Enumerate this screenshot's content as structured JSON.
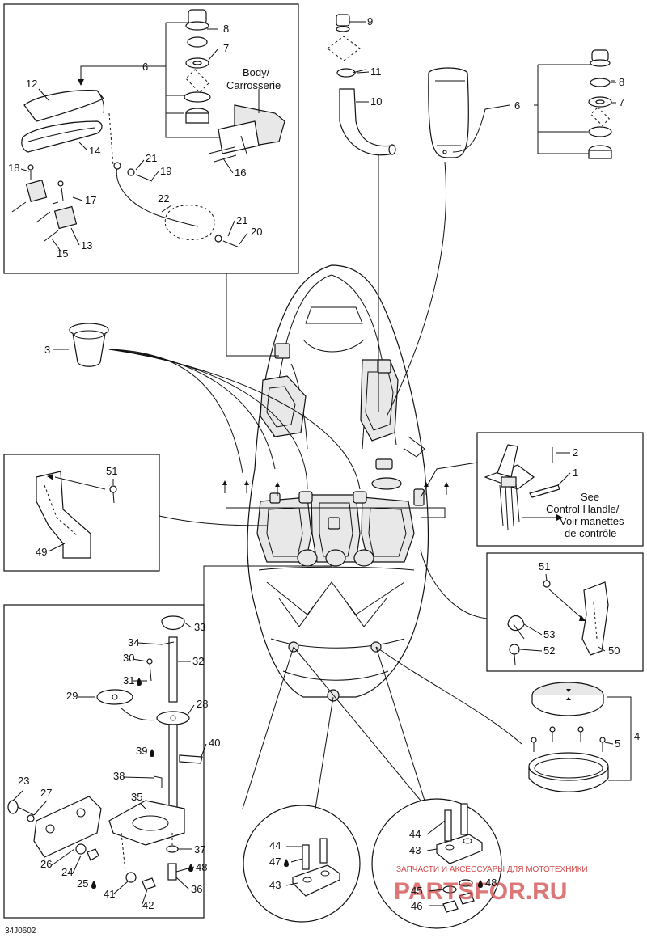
{
  "diagram_code": "34J0602",
  "notes": {
    "body": [
      "Body/",
      "Carrosserie"
    ],
    "see": [
      "See",
      "Control Handle/",
      "Voir manettes",
      "de contrôle"
    ]
  },
  "watermark": {
    "top": "ЗАПЧАСТИ И АКСЕССУАРЫ ДЛЯ МОТОТЕХНИКИ",
    "bottom": "PARTSFOR.RU",
    "color": "#d24a4a"
  },
  "callouts": {
    "c1": "1",
    "c2": "2",
    "c3": "3",
    "c4": "4",
    "c5": "5",
    "c6a": "6",
    "c6b": "6",
    "c7a": "7",
    "c7b": "7",
    "c8a": "8",
    "c8b": "8",
    "c9": "9",
    "c10": "10",
    "c11": "11",
    "c12": "12",
    "c13": "13",
    "c14": "14",
    "c15": "15",
    "c16": "16",
    "c17": "17",
    "c18": "18",
    "c19": "19",
    "c20": "20",
    "c21a": "21",
    "c21b": "21",
    "c22": "22",
    "c23": "23",
    "c24": "24",
    "c25": "25",
    "c26": "26",
    "c27": "27",
    "c28": "28",
    "c29": "29",
    "c30": "30",
    "c31": "31",
    "c32": "32",
    "c33": "33",
    "c34": "34",
    "c35": "35",
    "c36": "36",
    "c37": "37",
    "c38": "38",
    "c39": "39",
    "c40": "40",
    "c41": "41",
    "c42": "42",
    "c43a": "43",
    "c43b": "43",
    "c44a": "44",
    "c44b": "44",
    "c45": "45",
    "c46": "46",
    "c47": "47",
    "c48a": "48",
    "c48b": "48",
    "c49": "49",
    "c50": "50",
    "c51a": "51",
    "c51b": "51",
    "c52": "52",
    "c53": "53"
  }
}
